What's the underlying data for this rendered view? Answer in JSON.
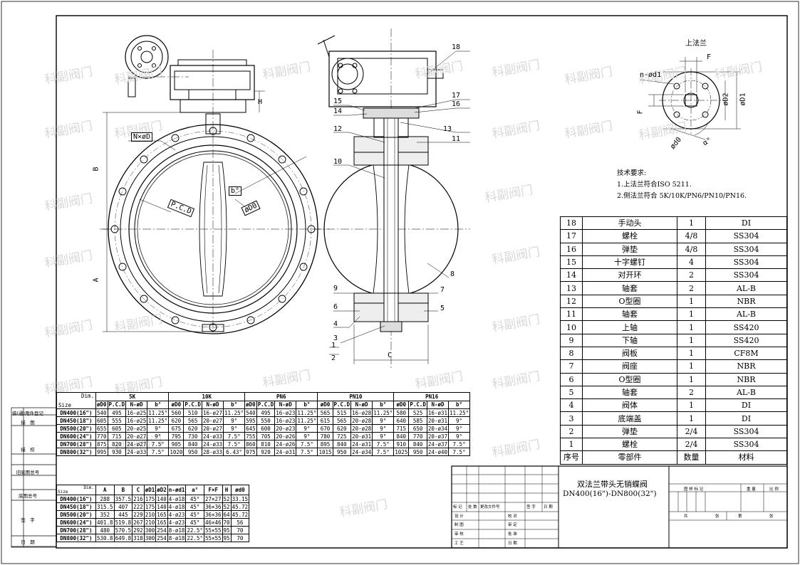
{
  "watermark": "科副阀门",
  "left_margin": [
    "借(通)用件登记",
    "描　图",
    "描　校",
    "旧底图总号",
    "底图总号",
    "签　字",
    "日　期"
  ],
  "top_flange": {
    "title": "上法兰",
    "labels": {
      "f_top": "F",
      "nd": "n-ød1",
      "d2": "øD2",
      "d1": "øD1",
      "f_side": "F",
      "d0": "ød0",
      "a": "α°"
    }
  },
  "tech_req": {
    "title": "技术要求:",
    "lines": [
      "1.上法兰符合ISO 5211.",
      "2.侧法兰符合 5K/10K/PN6/PN10/PN16."
    ]
  },
  "drawing_labels": {
    "nxd": "N×øD",
    "pcd": "P.C.D",
    "b_deg": "b°",
    "d0": "øD0",
    "B": "B",
    "A": "A",
    "H": "H",
    "C": "C",
    "callouts": [
      "18",
      "17",
      "16",
      "15",
      "14",
      "13",
      "12",
      "11",
      "10",
      "9",
      "8",
      "7",
      "6",
      "5",
      "4",
      "3",
      "1",
      "2"
    ]
  },
  "parts": {
    "header": [
      "序号",
      "零部件",
      "数量",
      "材料"
    ],
    "rows": [
      [
        "18",
        "手动头",
        "1",
        "DI"
      ],
      [
        "17",
        "螺栓",
        "4/8",
        "SS304"
      ],
      [
        "16",
        "弹垫",
        "4/8",
        "SS304"
      ],
      [
        "15",
        "十字螺钉",
        "4",
        "SS304"
      ],
      [
        "14",
        "对开环",
        "2",
        "SS304"
      ],
      [
        "13",
        "轴套",
        "2",
        "AL-B"
      ],
      [
        "12",
        "O型圈",
        "1",
        "NBR"
      ],
      [
        "11",
        "轴套",
        "1",
        "AL-B"
      ],
      [
        "10",
        "上轴",
        "1",
        "SS420"
      ],
      [
        "9",
        "下轴",
        "1",
        "SS420"
      ],
      [
        "8",
        "阀板",
        "1",
        "CF8M"
      ],
      [
        "7",
        "阀座",
        "1",
        "NBR"
      ],
      [
        "6",
        "O型圈",
        "1",
        "NBR"
      ],
      [
        "5",
        "轴套",
        "2",
        "AL-B"
      ],
      [
        "4",
        "阀体",
        "1",
        "DI"
      ],
      [
        "3",
        "底端盖",
        "1",
        "DI"
      ],
      [
        "2",
        "弹垫",
        "2/4",
        "SS304"
      ],
      [
        "1",
        "螺栓",
        "2/4",
        "SS304"
      ]
    ]
  },
  "flange_table": {
    "corner_top": "Dim.",
    "corner_bottom": "Size",
    "groups": [
      "5K",
      "10K",
      "PN6",
      "PN10",
      "PN16"
    ],
    "sub": [
      "øD0",
      "P.C.D",
      "N-øD",
      "b°"
    ],
    "rows": [
      [
        "DN400(16\")",
        "540",
        "495",
        "16-ø25",
        "11.25°",
        "560",
        "510",
        "16-ø27",
        "11.25°",
        "540",
        "495",
        "16-ø23",
        "11.25°",
        "565",
        "515",
        "16-ø28",
        "11.25°",
        "580",
        "525",
        "16-ø31",
        "11.25°"
      ],
      [
        "DN450(18\")",
        "605",
        "555",
        "16-ø25",
        "11.25°",
        "620",
        "565",
        "20-ø27",
        "9°",
        "595",
        "550",
        "16-ø23",
        "11.25°",
        "615",
        "565",
        "20-ø28",
        "9°",
        "640",
        "585",
        "20-ø31",
        "9°"
      ],
      [
        "DN500(20\")",
        "655",
        "605",
        "20-ø25",
        "9°",
        "675",
        "620",
        "20-ø27",
        "9°",
        "645",
        "600",
        "20-ø23",
        "9°",
        "670",
        "620",
        "20-ø28",
        "9°",
        "715",
        "650",
        "20-ø34",
        "9°"
      ],
      [
        "DN600(24\")",
        "770",
        "715",
        "20-ø27",
        "9°",
        "795",
        "730",
        "24-ø33",
        "7.5°",
        "755",
        "705",
        "20-ø26",
        "9°",
        "780",
        "725",
        "20-ø31",
        "9°",
        "840",
        "770",
        "20-ø37",
        "9°"
      ],
      [
        "DN700(28\")",
        "875",
        "820",
        "24-ø27",
        "7.5°",
        "905",
        "840",
        "24-ø33",
        "7.5°",
        "860",
        "810",
        "24-ø26",
        "7.5°",
        "895",
        "840",
        "24-ø31",
        "7.5°",
        "910",
        "840",
        "24-ø37",
        "7.5°"
      ],
      [
        "DN800(32\")",
        "995",
        "930",
        "24-ø33",
        "7.5°",
        "1020",
        "950",
        "28-ø33",
        "6.43°",
        "975",
        "920",
        "24-ø31",
        "7.5°",
        "1015",
        "950",
        "24-ø34",
        "7.5°",
        "1025",
        "950",
        "24-ø40",
        "7.5°"
      ]
    ]
  },
  "dim_table": {
    "corner_top": "Dim.",
    "corner_bottom": "Size",
    "header": [
      "A",
      "B",
      "C",
      "øD1",
      "øD2",
      "n-ød1",
      "a°",
      "F×F",
      "H",
      "ød0"
    ],
    "rows": [
      [
        "DN400(16\")",
        "288",
        "357.5",
        "216",
        "175",
        "140",
        "4-ø18",
        "45°",
        "27×27",
        "52",
        "33.15"
      ],
      [
        "DN450(18\")",
        "315.5",
        "407",
        "222",
        "175",
        "140",
        "4-ø18",
        "45°",
        "36×36",
        "52",
        "45.72"
      ],
      [
        "DN500(20\")",
        "352",
        "445",
        "229",
        "210",
        "165",
        "4-ø23",
        "45°",
        "36×36",
        "64",
        "45.72"
      ],
      [
        "DN600(24\")",
        "401.8",
        "519.8",
        "267",
        "210",
        "165",
        "4-ø23",
        "45°",
        "46×46",
        "70",
        "56"
      ],
      [
        "DN700(28\")",
        "480",
        "570.5",
        "292",
        "300",
        "254",
        "8-ø18",
        "22.5°",
        "55×55",
        "95",
        "70"
      ],
      [
        "DN800(32\")",
        "530.8",
        "649.8",
        "318",
        "300",
        "254",
        "8-ø18",
        "22.5°",
        "55×55",
        "95",
        "70"
      ]
    ]
  },
  "title_block": {
    "name_line1": "双法兰带头无销蝶阀",
    "name_line2": "DN400(16\")-DN800(32\")",
    "rev_header": [
      "标 记",
      "处 数",
      "更改文件号",
      "签 字",
      "日 期"
    ],
    "roles_left": [
      "设 计",
      "制 图",
      "审 核",
      "工 艺"
    ],
    "roles_right": [
      "校 对",
      "审 定",
      "批 准",
      "日 期"
    ],
    "mark_header": [
      "图 样 标 记",
      "重 量",
      "比 例"
    ],
    "sheet": [
      "共",
      "张",
      "第",
      "张"
    ]
  }
}
